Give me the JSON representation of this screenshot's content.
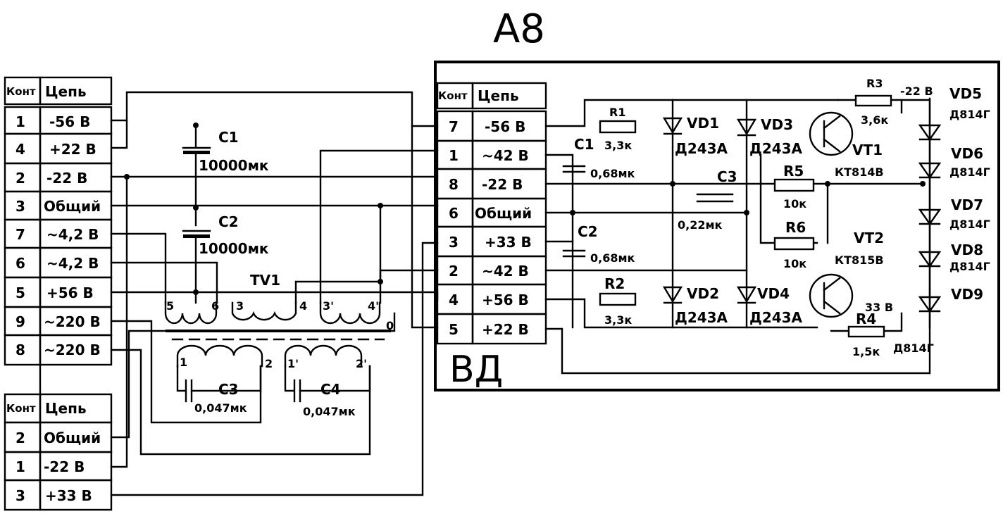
{
  "title": "A8",
  "board_label": "ВД",
  "tables": {
    "top": {
      "header": [
        "Конт",
        "Цепь"
      ],
      "rows": [
        [
          "1",
          "-56 В"
        ],
        [
          "4",
          "+22 В"
        ],
        [
          "2",
          "-22 В"
        ],
        [
          "3",
          "Общий"
        ],
        [
          "7",
          "~4,2 В"
        ],
        [
          "6",
          "~4,2 В"
        ],
        [
          "5",
          "+56 В"
        ],
        [
          "9",
          "~220 В"
        ],
        [
          "8",
          "~220 В"
        ]
      ]
    },
    "bottom": {
      "header": [
        "Конт",
        "Цепь"
      ],
      "rows": [
        [
          "2",
          "Общий"
        ],
        [
          "1",
          "-22 В"
        ],
        [
          "3",
          "+33 В"
        ]
      ]
    },
    "board": {
      "header": [
        "Конт",
        "Цепь"
      ],
      "rows": [
        [
          "7",
          "-56 В"
        ],
        [
          "1",
          "~42 В"
        ],
        [
          "8",
          "-22 В"
        ],
        [
          "6",
          "Общий"
        ],
        [
          "3",
          "+33 В"
        ],
        [
          "2",
          "~42 В"
        ],
        [
          "4",
          "+56 В"
        ],
        [
          "5",
          "+22 В"
        ]
      ]
    }
  },
  "components": {
    "c1": {
      "name": "C1",
      "value": "10000мк"
    },
    "c2": {
      "name": "C2",
      "value": "10000мк"
    },
    "tv1": {
      "name": "TV1"
    },
    "c3": {
      "name": "C3",
      "value": "0,047мк"
    },
    "c4": {
      "name": "C4",
      "value": "0,047мк"
    },
    "pins": [
      "5",
      "6",
      "3",
      "4",
      "3'",
      "4'",
      "0",
      "1",
      "2",
      "1'",
      "2'"
    ],
    "bc1": {
      "name": "C1",
      "value": "0,68мк"
    },
    "bc2": {
      "name": "C2",
      "value": "0,68мк"
    },
    "bc3": {
      "name": "C3",
      "value": "0,22мк"
    },
    "r1": {
      "name": "R1",
      "value": "3,3к"
    },
    "r2": {
      "name": "R2",
      "value": "3,3к"
    },
    "r3": {
      "name": "R3",
      "value": "3,6к"
    },
    "r4": {
      "name": "R4",
      "value": "1,5к"
    },
    "r5": {
      "name": "R5",
      "value": "10к"
    },
    "r6": {
      "name": "R6",
      "value": "10к"
    },
    "vd1": {
      "name": "VD1",
      "value": "Д243А"
    },
    "vd2": {
      "name": "VD2",
      "value": "Д243А"
    },
    "vd3": {
      "name": "VD3",
      "value": "Д243А"
    },
    "vd4": {
      "name": "VD4",
      "value": "Д243А"
    },
    "vd5": {
      "name": "VD5",
      "value": "Д814Г"
    },
    "vd6": {
      "name": "VD6",
      "value": "Д814Г"
    },
    "vd7": {
      "name": "VD7",
      "value": "Д814Г"
    },
    "vd8": {
      "name": "VD8",
      "value": "Д814Г"
    },
    "vd9": {
      "name": "VD9",
      "value": "Д814Г"
    },
    "vt1": {
      "name": "VT1",
      "value": "КТ814В"
    },
    "vt2": {
      "name": "VT2",
      "value": "КТ815В"
    },
    "v22": "-22 В",
    "v33": "33 В"
  }
}
